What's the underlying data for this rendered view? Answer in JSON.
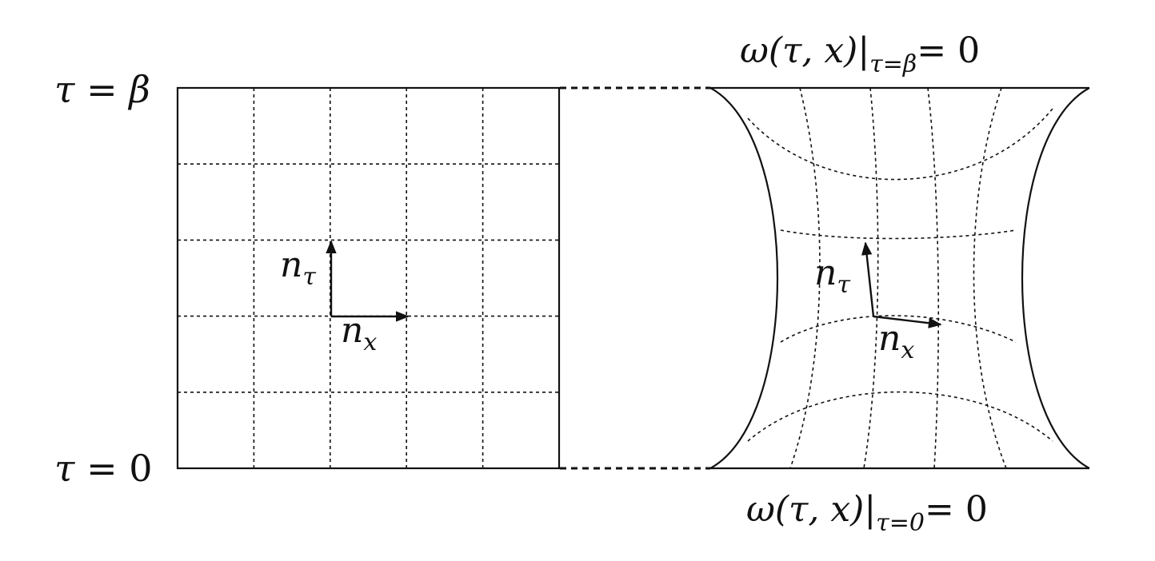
{
  "labels": {
    "tau_top": {
      "lhs": "τ",
      "rhs": "β"
    },
    "tau_bottom": {
      "lhs": "τ",
      "rhs": "0"
    },
    "left_vectors": {
      "n_tau": {
        "base": "n",
        "sub": "τ"
      },
      "n_x": {
        "base": "n",
        "sub": "x"
      }
    },
    "right_vectors": {
      "n_tau": {
        "base": "n",
        "sub": "τ"
      },
      "n_x": {
        "base": "n",
        "sub": "x"
      }
    },
    "boundary_top": {
      "func": "ω(τ, x)|",
      "sub": "τ=β",
      "rhs": "= 0"
    },
    "boundary_bottom": {
      "func": "ω(τ, x)|",
      "sub": "τ=0",
      "rhs": "= 0"
    }
  },
  "left_grid": {
    "columns": 5,
    "rows": 5
  },
  "right_grid": {
    "curved_lines_per_direction": 4
  },
  "colors": {
    "ink": "#111111",
    "background": "#ffffff"
  },
  "icons": [
    "arrowhead-icon"
  ]
}
